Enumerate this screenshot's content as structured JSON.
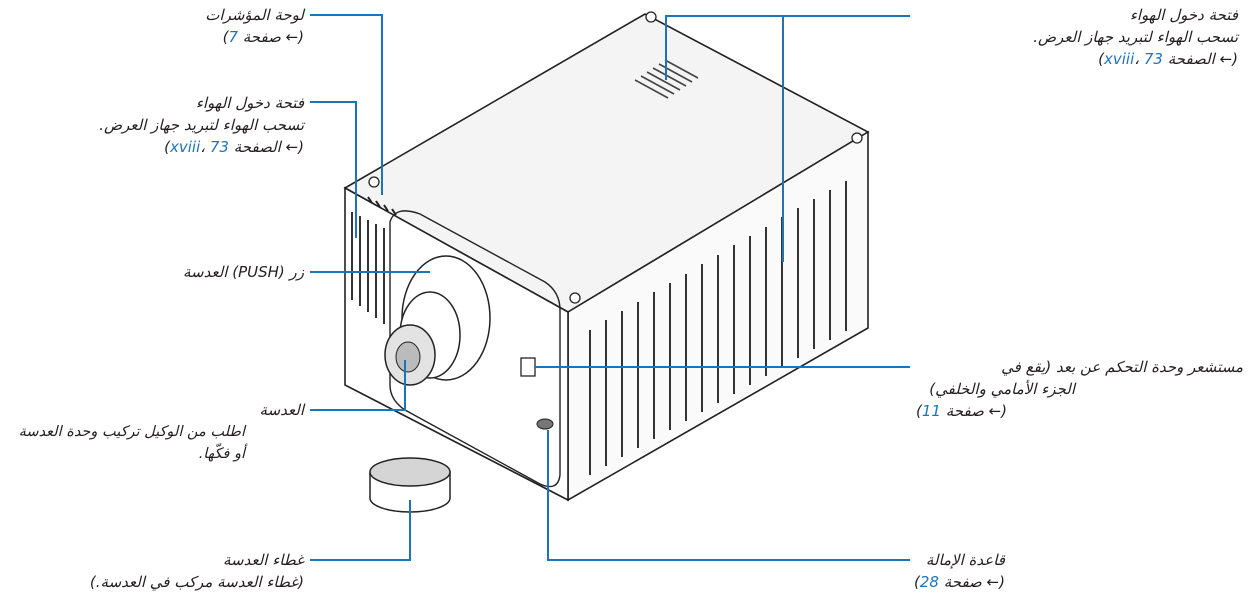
{
  "colors": {
    "leader": "#1a75bb",
    "link": "#1a75bb",
    "text": "#231f20"
  },
  "labels": {
    "indicator_panel": {
      "line1": "لوحة المؤشرات",
      "line2_pre": "(← صفحة ",
      "line2_page": "7",
      "line2_post": ")"
    },
    "intake_left": {
      "line1": "فتحة دخول الهواء",
      "line2": "تسحب الهواء لتبريد جهاز العرض.",
      "line3_pre": "(← الصفحة ",
      "page_a": "xviii",
      "sep": "، ",
      "page_b": "73",
      "line3_post": ")"
    },
    "intake_top": {
      "line1": "فتحة دخول الهواء",
      "line2": "تسحب الهواء لتبريد جهاز العرض.",
      "line3_pre": "(← الصفحة ",
      "page_a": "xviii",
      "sep": "، ",
      "page_b": "73",
      "line3_post": ")"
    },
    "push_button": {
      "line1": "زر (PUSH) العدسة"
    },
    "lens": {
      "line1": "العدسة",
      "line2": "اطلب من الوكيل تركيب وحدة العدسة",
      "line3": "أو فكّها."
    },
    "lens_cap": {
      "line1": "غطاء العدسة",
      "line2": "(غطاء العدسة مركب في العدسة.)"
    },
    "remote_sensor": {
      "line1": "مستشعر وحدة التحكم عن بعد (يقع في",
      "line2": "الجزء الأمامي والخلفي)",
      "line3_pre": "(← صفحة ",
      "page": "11",
      "line3_post": ")"
    },
    "tilt_foot": {
      "line1": "قاعدة الإمالة",
      "line2_pre": "(← صفحة ",
      "page": "28",
      "line2_post": ")"
    }
  }
}
